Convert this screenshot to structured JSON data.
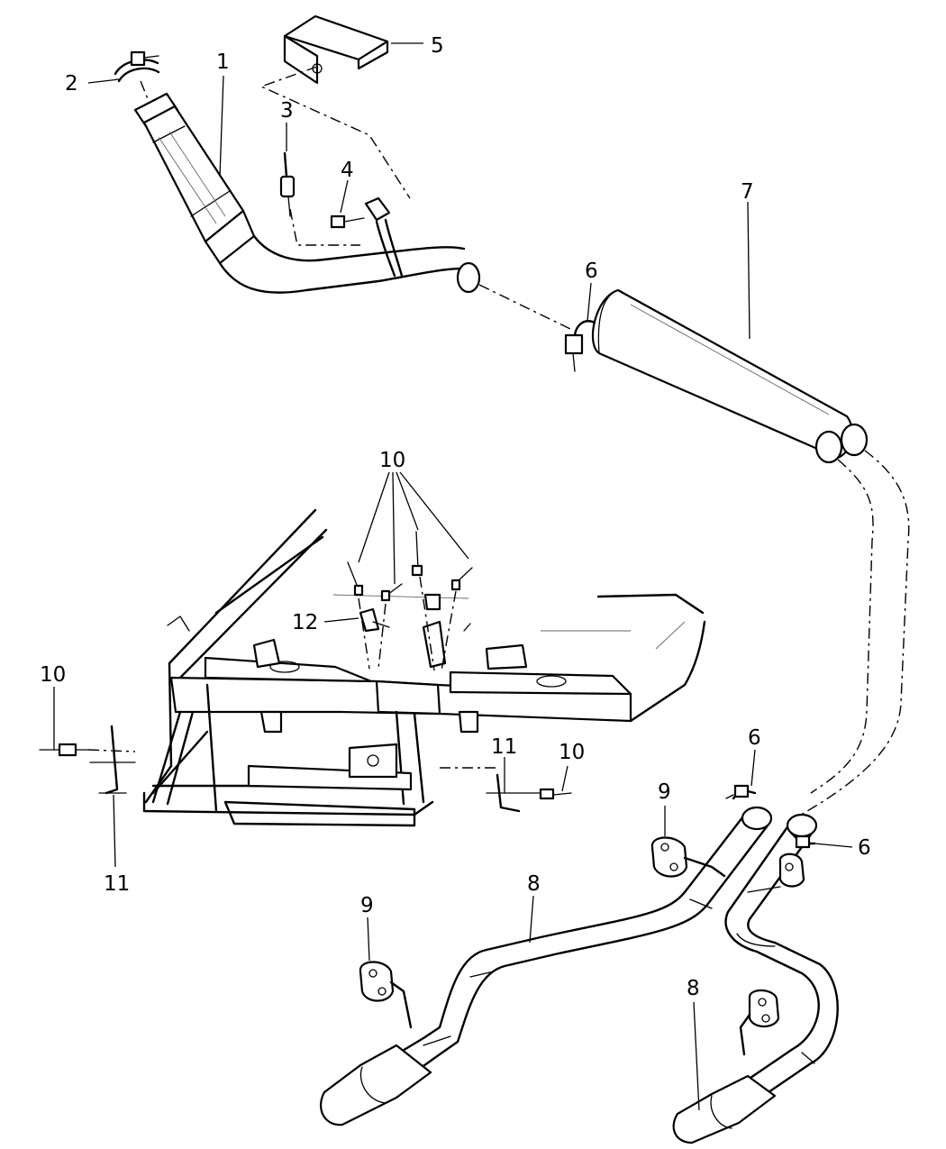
{
  "callouts": {
    "c1": "1",
    "c2": "2",
    "c3": "3",
    "c4": "4",
    "c5": "5",
    "c6a": "6",
    "c6b": "6",
    "c6c": "6",
    "c7": "7",
    "c8a": "8",
    "c8b": "8",
    "c9a": "9",
    "c9b": "9",
    "c10a": "10",
    "c10b": "10",
    "c10c": "10",
    "c11a": "11",
    "c11b": "11",
    "c12": "12"
  },
  "colors": {
    "line": "#000000",
    "background": "#ffffff"
  }
}
